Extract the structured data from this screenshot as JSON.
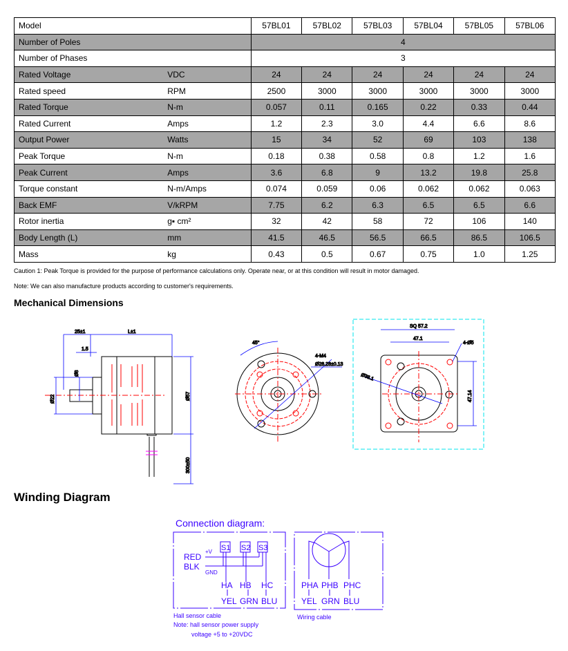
{
  "spec_table": {
    "header": {
      "label": "Model",
      "models": [
        "57BL01",
        "57BL02",
        "57BL03",
        "57BL04",
        "57BL05",
        "57BL06"
      ]
    },
    "rows": [
      {
        "label": "Number of Poles",
        "unit": "",
        "span": "4",
        "shaded": true
      },
      {
        "label": "Number of Phases",
        "unit": "",
        "span": "3",
        "shaded": false
      },
      {
        "label": "Rated Voltage",
        "unit": "VDC",
        "values": [
          "24",
          "24",
          "24",
          "24",
          "24",
          "24"
        ],
        "shaded": true
      },
      {
        "label": "Rated speed",
        "unit": "RPM",
        "values": [
          "2500",
          "3000",
          "3000",
          "3000",
          "3000",
          "3000"
        ],
        "shaded": false
      },
      {
        "label": "Rated Torque",
        "unit": "N-m",
        "values": [
          "0.057",
          "0.11",
          "0.165",
          "0.22",
          "0.33",
          "0.44"
        ],
        "shaded": true
      },
      {
        "label": "Rated Current",
        "unit": "Amps",
        "values": [
          "1.2",
          "2.3",
          "3.0",
          "4.4",
          "6.6",
          "8.6"
        ],
        "shaded": false
      },
      {
        "label": "Output Power",
        "unit": "Watts",
        "values": [
          "15",
          "34",
          "52",
          "69",
          "103",
          "138"
        ],
        "shaded": true
      },
      {
        "label": "Peak Torque",
        "unit": "N-m",
        "values": [
          "0.18",
          "0.38",
          "0.58",
          "0.8",
          "1.2",
          "1.6"
        ],
        "shaded": false
      },
      {
        "label": "Peak Current",
        "unit": "Amps",
        "values": [
          "3.6",
          "6.8",
          "9",
          "13.2",
          "19.8",
          "25.8"
        ],
        "shaded": true
      },
      {
        "label": "Torque constant",
        "unit": "N-m/Amps",
        "values": [
          "0.074",
          "0.059",
          "0.06",
          "0.062",
          "0.062",
          "0.063"
        ],
        "shaded": false
      },
      {
        "label": "Back EMF",
        "unit": "V/kRPM",
        "values": [
          "7.75",
          "6.2",
          "6.3",
          "6.5",
          "6.5",
          "6.6"
        ],
        "shaded": true
      },
      {
        "label": "Rotor inertia",
        "unit": "g▪ cm²",
        "values": [
          "32",
          "42",
          "58",
          "72",
          "106",
          "140"
        ],
        "shaded": false
      },
      {
        "label": "Body Length (L)",
        "unit": "mm",
        "values": [
          "41.5",
          "46.5",
          "56.5",
          "66.5",
          "86.5",
          "106.5"
        ],
        "shaded": true
      },
      {
        "label": "Mass",
        "unit": "kg",
        "values": [
          "0.43",
          "0.5",
          "0.67",
          "0.75",
          "1.0",
          "1.25"
        ],
        "shaded": false
      }
    ]
  },
  "notes": {
    "caution": "Caution 1: Peak Torque is provided for the purpose of performance calculations only. Operate near, or at this condition will result in motor damaged.",
    "note": "Note: We can also manufacture products according to customer's requirements."
  },
  "mechanical": {
    "title": "Mechanical Dimensions",
    "dims": {
      "shaft_len": "25±1",
      "body_len": "L±1",
      "flange": "1.5",
      "shaft_dia": "Ø8",
      "boss_dia": "Ø22",
      "body_dia": "Ø57",
      "cable_len": "300±50",
      "angle": "45°",
      "screws": "4-M4",
      "pcd": "Ø28.28±0.13",
      "square": "SQ 57.2",
      "hole_pitch": "47.1",
      "holes": "4-Ø5",
      "pilot": "Ø38.1",
      "hole_pitch_v": "47.14"
    }
  },
  "winding": {
    "title": "Winding Diagram",
    "connection_title": "Connection diagram:",
    "hall": {
      "red": "RED",
      "blk": "BLK",
      "vplus": "+V",
      "gnd": "GND",
      "sensors": [
        "S1",
        "S2",
        "S3"
      ],
      "signals": [
        "HA",
        "HB",
        "HC"
      ],
      "colors": [
        "YEL",
        "GRN",
        "BLU"
      ]
    },
    "phase": {
      "signals": [
        "PHA",
        "PHB",
        "PHC"
      ],
      "colors": [
        "YEL",
        "GRN",
        "BLU"
      ]
    },
    "hall_caption": "Hall sensor cable",
    "hall_note_1": "Note: hall sensor power supply",
    "hall_note_2": "voltage +5 to +20VDC",
    "wiring_caption": "Wiring cable"
  },
  "colors": {
    "shade": "#a6a6a6",
    "dim_blue": "#0000ff",
    "center_red": "#ff0000",
    "diagram_blue": "#3a00ff"
  }
}
